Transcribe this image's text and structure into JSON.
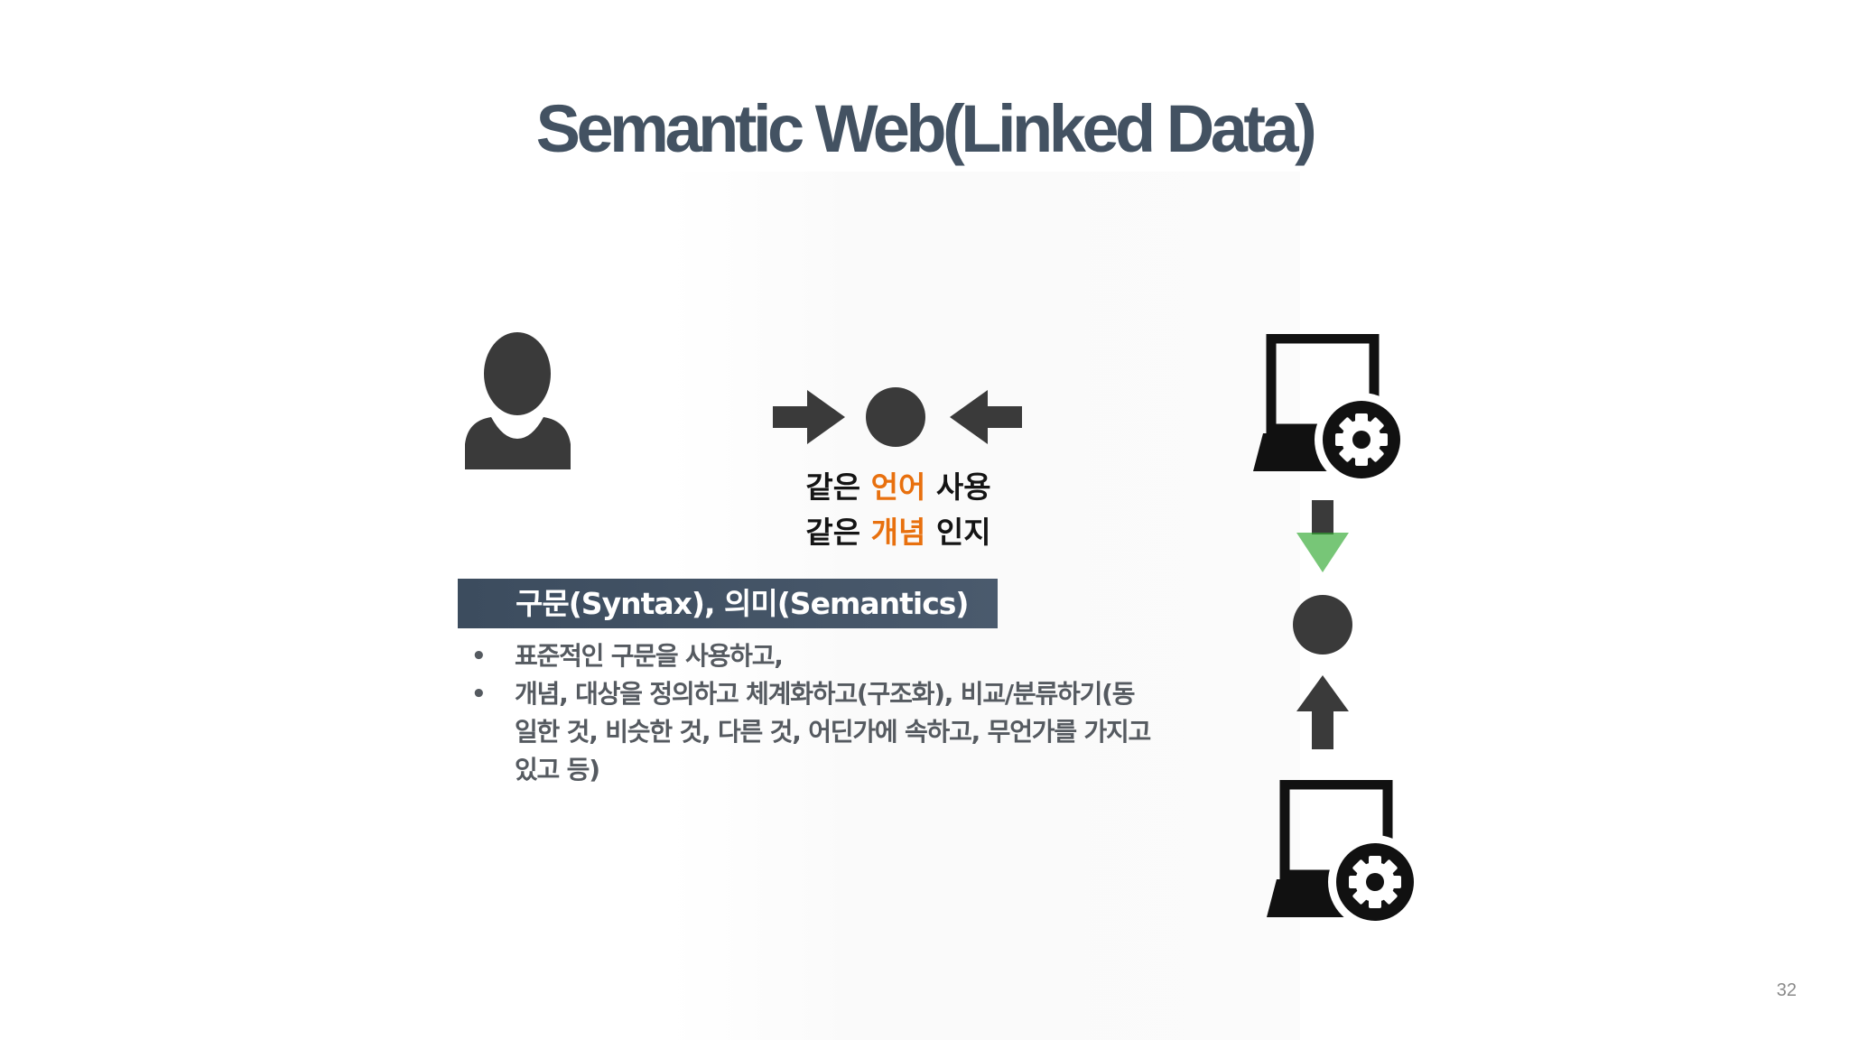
{
  "slide": {
    "title": "Semantic Web(Linked Data)",
    "caption": {
      "line1_prefix": "같은 ",
      "line1_accent": "언어",
      "line1_suffix": " 사용",
      "line2_prefix": "같은 ",
      "line2_accent": "개념",
      "line2_suffix": " 인지"
    },
    "bar_label": "구문(Syntax), 의미(Semantics)",
    "bullets": [
      {
        "line1": "표준적인 구문을 사용하고,"
      },
      {
        "line1": "개념, 대상을 정의하고 체계화하고(구조화), 비교/분류하기(동",
        "line2": "일한 것, 비슷한 것, 다른 것, 어딘가에 속하고, 무언가를 가지고",
        "line3": "있고 등)"
      }
    ],
    "bullet_mark": "•",
    "page_number": "32"
  },
  "icons": {
    "person": "person-icon",
    "robot_top": "computer-gear-icon",
    "robot_bottom": "computer-gear-icon",
    "arrows": [
      "arrow-right-icon",
      "arrow-left-icon",
      "arrow-down-icon",
      "arrow-up-icon"
    ],
    "dots": [
      "circle-icon",
      "circle-icon"
    ]
  },
  "colors": {
    "title": "#435262",
    "accent": "#e8700e",
    "bar": "#3c4c5e",
    "icon": "#3a3a3a",
    "icon_dark": "#111111"
  }
}
